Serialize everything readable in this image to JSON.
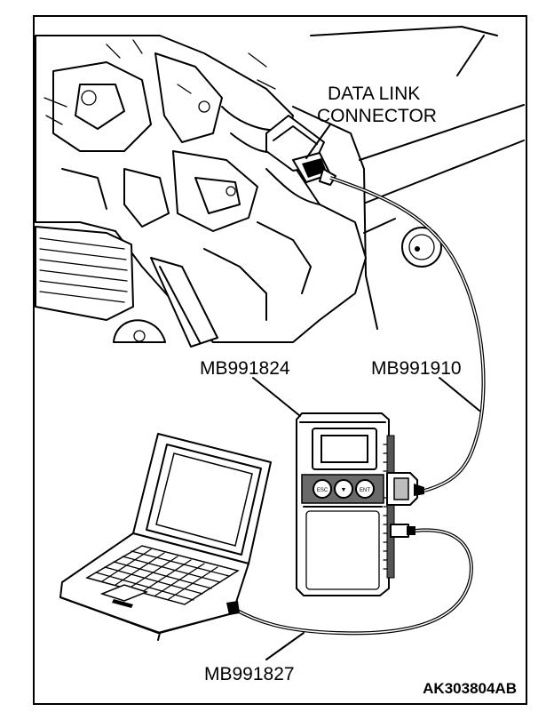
{
  "labels": {
    "data_link_connector_line1": "DATA LINK",
    "data_link_connector_line2": "CONNECTOR",
    "mb991824": "MB991824",
    "mb991910": "MB991910",
    "mb991827": "MB991827",
    "figure_code": "AK303804AB"
  },
  "device": {
    "button_labels": [
      "ESC",
      "▼",
      "ENT"
    ]
  }
}
